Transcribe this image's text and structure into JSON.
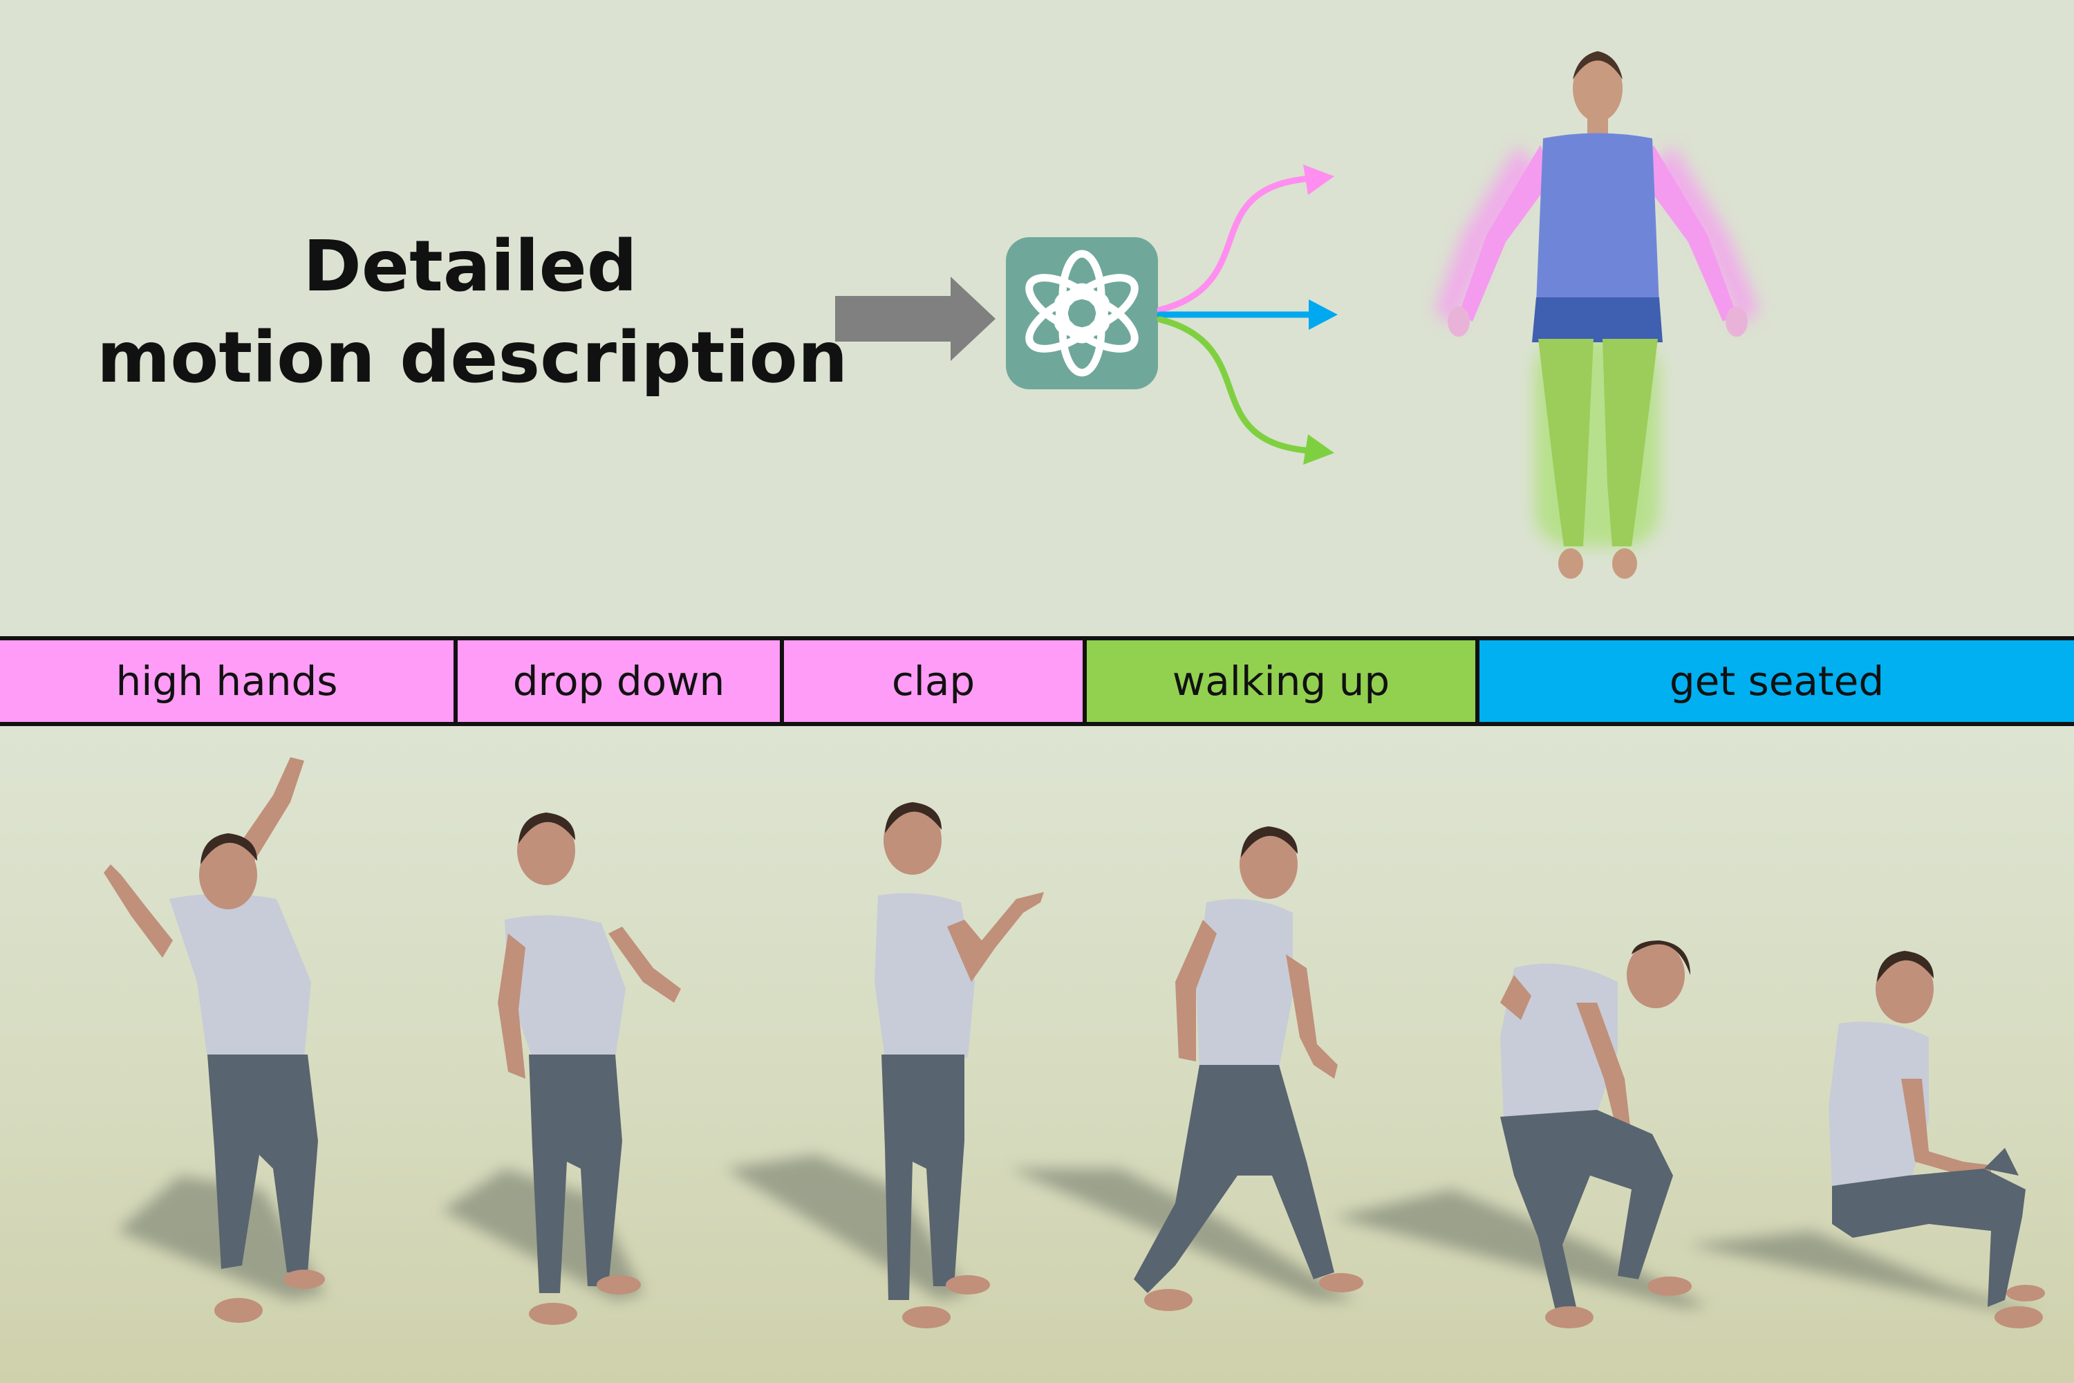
{
  "heading": {
    "line1": "Detailed",
    "line2": "motion description"
  },
  "logo": {
    "icon": "openai-logo-icon",
    "background": "#6fa89a"
  },
  "arrow_colors": {
    "upper": "#ff8ef0",
    "middle": "#00a8f0",
    "lower": "#7fd040",
    "input": "#808080"
  },
  "body_parts": {
    "arms": "#f49bef",
    "torso": "#6f86d8",
    "legs": "#9ccc5a"
  },
  "timeline": [
    {
      "label": "high hands",
      "color": "pink"
    },
    {
      "label": "drop down",
      "color": "pink"
    },
    {
      "label": "clap",
      "color": "pink"
    },
    {
      "label": "walking up",
      "color": "green"
    },
    {
      "label": "get seated",
      "color": "blue"
    }
  ]
}
